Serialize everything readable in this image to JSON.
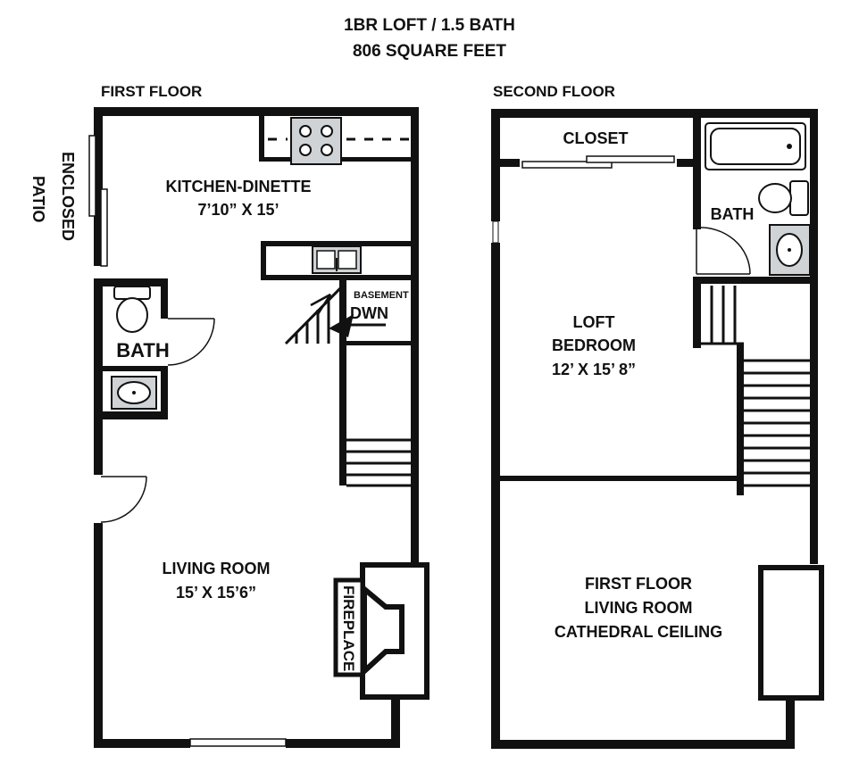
{
  "header": {
    "title": "1BR LOFT / 1.5 BATH",
    "area": "806 SQUARE FEET"
  },
  "first_floor": {
    "label": "FIRST FLOOR",
    "patio": [
      "ENCLOSED",
      "PATIO"
    ],
    "kitchen": {
      "name": "KITCHEN-DINETTE",
      "size": "7’10” X 15’"
    },
    "bath": "BATH",
    "basement": "BASEMENT",
    "down": "DWN",
    "living": {
      "name": "LIVING ROOM",
      "size": "15’ X 15’6”"
    },
    "fireplace": "FIREPLACE"
  },
  "second_floor": {
    "label": "SECOND FLOOR",
    "closet": "CLOSET",
    "bath": "BATH",
    "bedroom": {
      "line1": "LOFT",
      "line2": "BEDROOM",
      "size": "12’ X 15’ 8”"
    },
    "open_to_below": [
      "FIRST FLOOR",
      "LIVING ROOM",
      "CATHEDRAL CEILING"
    ]
  }
}
